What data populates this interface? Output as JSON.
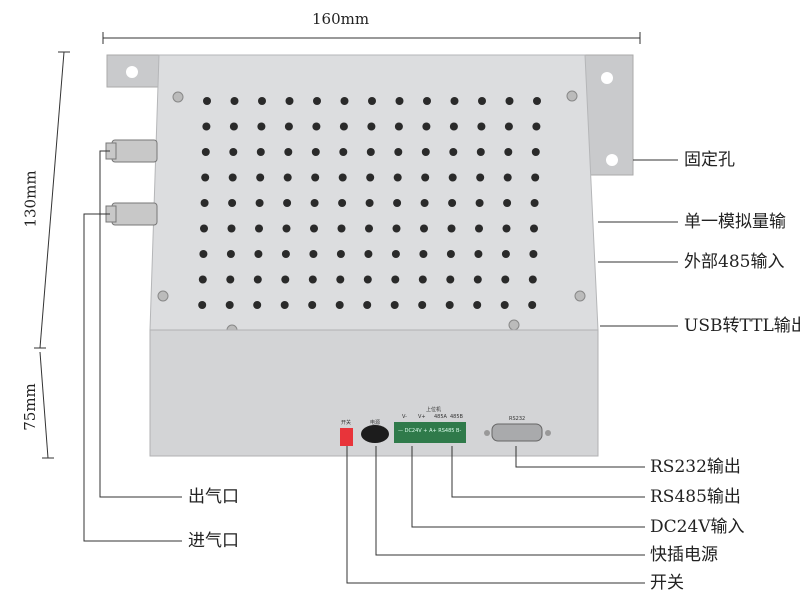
{
  "dimensions": {
    "width": "160mm",
    "height": "130mm",
    "depth": "75mm"
  },
  "right_labels": [
    {
      "id": "mounting-hole",
      "text": "固定孔"
    },
    {
      "id": "analog-output",
      "text": "单一模拟量输"
    },
    {
      "id": "external-485-input",
      "text": "外部485输入"
    },
    {
      "id": "usb-ttl-output",
      "text": "USB转TTL输出"
    }
  ],
  "bottom_labels": [
    {
      "id": "rs232-output",
      "text": "RS232输出"
    },
    {
      "id": "rs485-output",
      "text": "RS485输出"
    },
    {
      "id": "dc24v-input",
      "text": "DC24V输入"
    },
    {
      "id": "quick-power",
      "text": "快插电源"
    },
    {
      "id": "switch",
      "text": "开关"
    }
  ],
  "left_labels": [
    {
      "id": "air-outlet",
      "text": "出气口"
    },
    {
      "id": "air-inlet",
      "text": "进气口"
    }
  ],
  "panel": {
    "switch_label": "开关",
    "power_label": "电源",
    "host_label": "上位机",
    "terminal_top": [
      "V-",
      "V+",
      "485A",
      "485B"
    ],
    "terminal_print": "— DC24V +   A+ RS485 B-",
    "rs232_label": "RS232"
  },
  "colors": {
    "case": "#d6d7d9",
    "terminal": "#2f7a4a",
    "switch": "#e8343a"
  }
}
